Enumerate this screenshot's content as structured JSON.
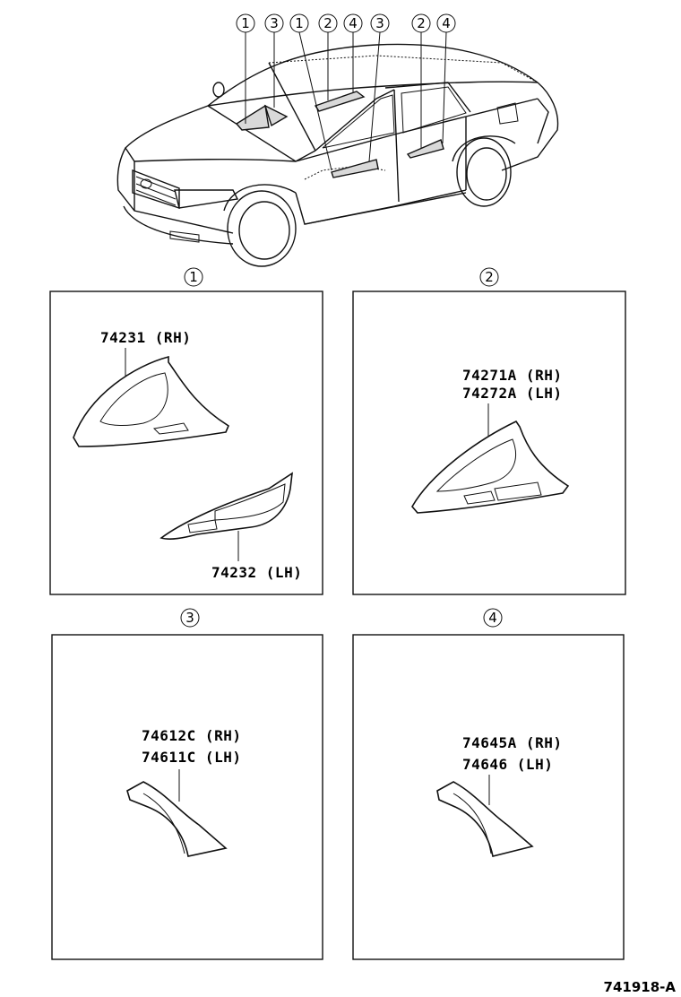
{
  "car_callouts": [
    "1",
    "3",
    "1",
    "2",
    "4",
    "3",
    "2",
    "4"
  ],
  "panels": [
    {
      "number": "1",
      "labels": [
        "74231 (RH)",
        "74232 (LH)"
      ]
    },
    {
      "number": "2",
      "labels": [
        "74271A (RH)",
        "74272A (LH)"
      ]
    },
    {
      "number": "3",
      "labels": [
        "74612C (RH)",
        "74611C (LH)"
      ]
    },
    {
      "number": "4",
      "labels": [
        "74645A (RH)",
        "74646 (LH)"
      ]
    }
  ],
  "diagram_code": "741918-A"
}
